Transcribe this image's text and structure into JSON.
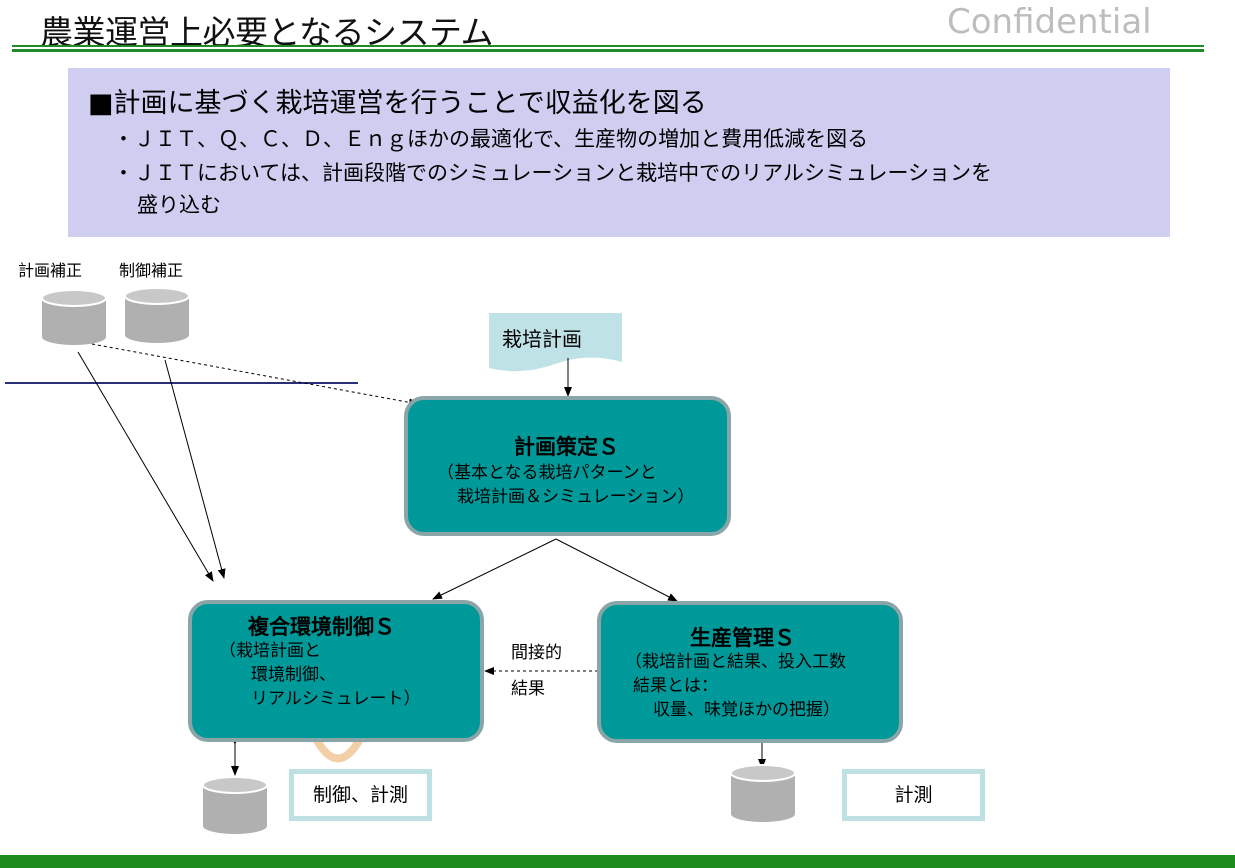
{
  "header": {
    "title": "農業運営上必要となるシステム",
    "confidential": "Confidential"
  },
  "summary": {
    "heading": "■計画に基づく栽培運営を行うことで収益化を図る",
    "bullets": [
      "・ＪＩＴ、Ｑ、Ｃ、Ｄ、Ｅｎｇほかの最適化で、生産物の増加と費用低減を図る",
      "・ＪＩＴにおいては、計画段階でのシミュレーションと栽培中でのリアルシミュレーションを"
    ],
    "bullet2_cont": "盛り込む"
  },
  "diagram": {
    "db_labels": [
      "計画補正",
      "制御補正"
    ],
    "doc_label": "栽培計画",
    "planning": {
      "title": "計画策定Ｓ",
      "lines": [
        "（基本となる栽培パターンと",
        "栽培計画＆シミュレーション）"
      ]
    },
    "env": {
      "title": "複合環境制御Ｓ",
      "lines": [
        "（栽培計画と",
        "環境制御、",
        "リアルシミュレート）"
      ]
    },
    "prod": {
      "title": "生産管理Ｓ",
      "lines": [
        "（栽培計画と結果、投入工数",
        "結果とは：",
        "収量、味覚ほかの把握）"
      ]
    },
    "edge_label": [
      "間接的",
      "結果"
    ],
    "out_env": "制御、計測",
    "out_prod": "計測"
  },
  "colors": {
    "node_fill": "#009999",
    "node_border": "#8aa5a7",
    "summary_bg": "#cfcdf0",
    "rule_green": "#1f8a28",
    "doc_fill": "#bfe2e6",
    "db_fill": "#b0b0b0",
    "loop_arc": "#f3cfa8"
  }
}
